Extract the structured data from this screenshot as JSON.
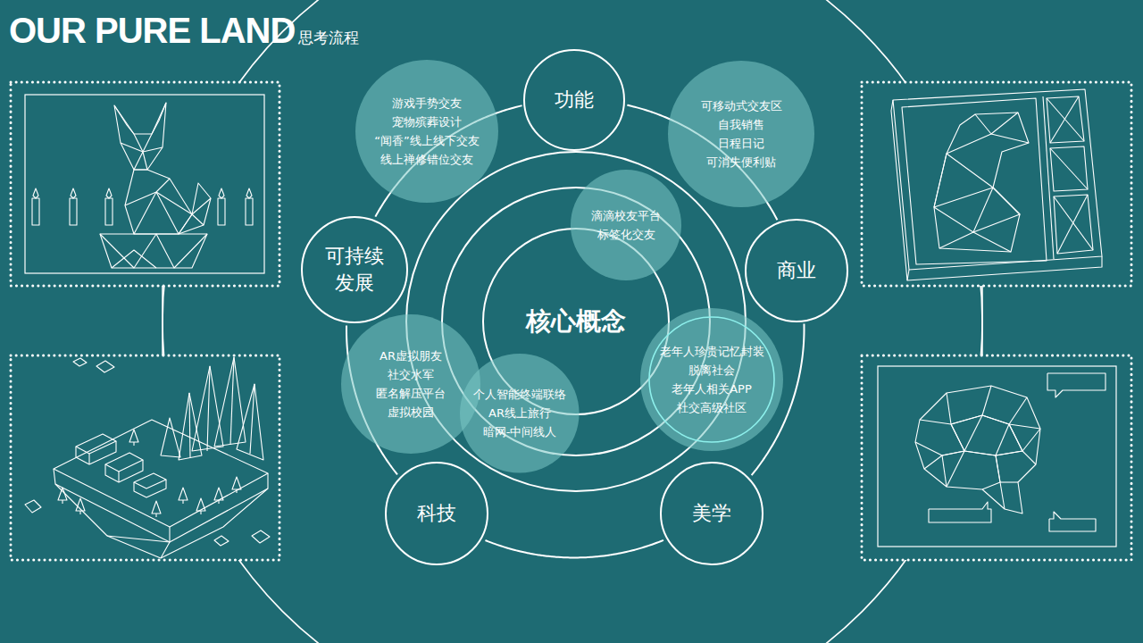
{
  "diagram": {
    "title": "OUR PURE LAND",
    "nodes": [
      {
        "text": [
          "核心概念"
        ]
      },
      {
        "text": [
          "功能"
        ]
      },
      {
        "text": [
          "商业"
        ]
      },
      {
        "text": [
          "美学"
        ]
      },
      {
        "text": [
          "科技"
        ]
      },
      {
        "text": [
          "可持续 发展"
        ]
      },
      {
        "text": [
          "游戏手势交友",
          "宠物殡葬设计",
          "“闻香”线上线下交友",
          "线上禅修错位交友"
        ]
      },
      {
        "text": [
          "可移动式交友区",
          "自我销售",
          "日程日记",
          "可消失便利贴"
        ]
      },
      {
        "text": [
          "滴滴校友平台",
          "标签化交友"
        ]
      },
      {
        "text": [
          "老年人珍贵记忆封装",
          "脱离社会",
          "老年人相关APP",
          "社交高级社区"
        ]
      },
      {
        "text": [
          "AR虚拟朋友",
          "社交水军",
          "匿名解压平台",
          "虚拟校园"
        ]
      },
      {
        "text": [
          "个人智能终端联络",
          "AR线上旅行",
          "暗网-中间线人"
        ]
      }
    ],
    "edges": [
      {
        "from": 1,
        "to": 2,
        "arrow": "none"
      },
      {
        "from": 2,
        "to": 3,
        "arrow": "none"
      },
      {
        "from": 3,
        "to": 4,
        "arrow": "none"
      },
      {
        "from": 4,
        "to": 5,
        "arrow": "none"
      },
      {
        "from": 5,
        "to": 1,
        "arrow": "none"
      }
    ],
    "labels": [
      "思考流程"
    ]
  }
}
